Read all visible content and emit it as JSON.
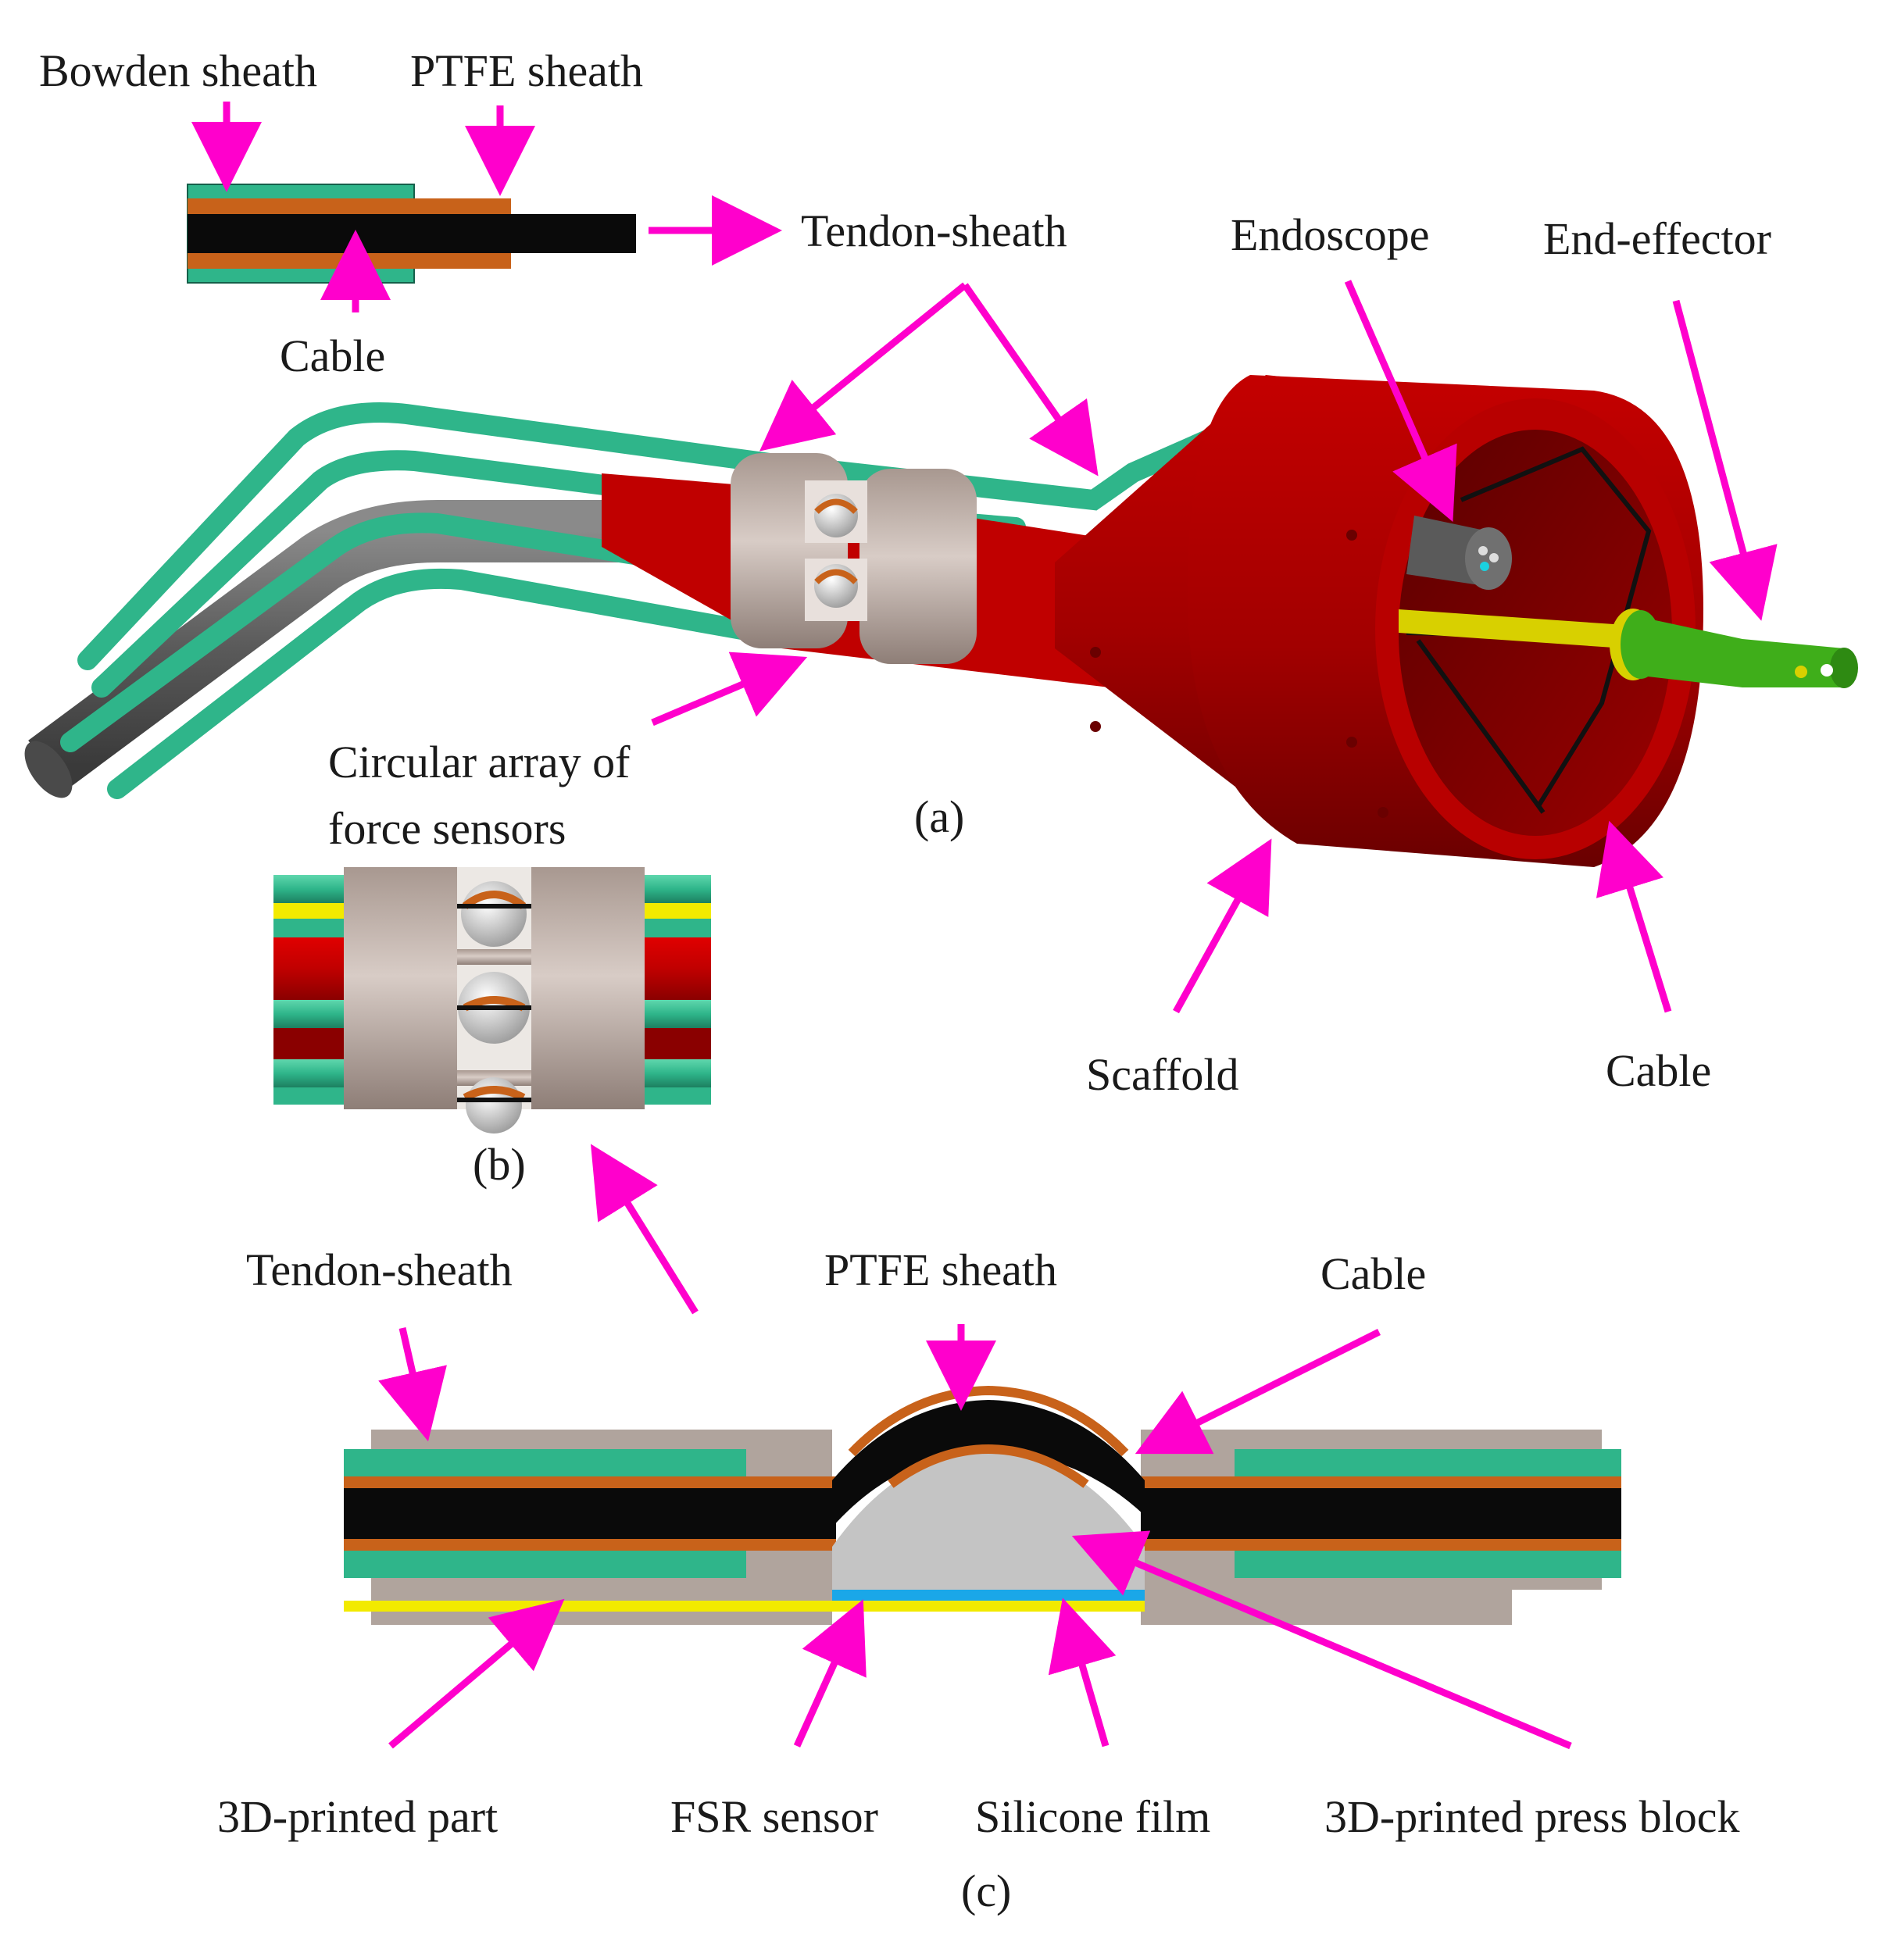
{
  "labels": {
    "bowden_sheath": "Bowden sheath",
    "ptfe_sheath_top": "PTFE sheath",
    "cable_top": "Cable",
    "tendon_sheath_top": "Tendon-sheath",
    "endoscope": "Endoscope",
    "end_effector": "End-effector",
    "circular_array_line1": "Circular array of",
    "circular_array_line2": "force sensors",
    "scaffold": "Scaffold",
    "cable_right": "Cable",
    "tendon_sheath_bottom": "Tendon-sheath",
    "ptfe_sheath_bottom": "PTFE sheath",
    "cable_bottom": "Cable",
    "printed_part": "3D-printed part",
    "fsr_sensor": "FSR sensor",
    "silicone_film": "Silicone film",
    "press_block": "3D-printed press block"
  },
  "panels": {
    "a": "(a)",
    "b": "(b)",
    "c": "(c)"
  },
  "colors": {
    "arrow": "#ff00cc",
    "sheath_green": "#2fb58a",
    "ptfe_orange": "#c8621a",
    "cable_black": "#0a0a0a",
    "scaffold_red": "#b00000",
    "ring_beige": "#b8a9a2",
    "fsr_blue": "#1aa7e8",
    "film_yellow": "#f2ea00",
    "end_effector_green": "#3fae1a",
    "press_gray": "#c4c4c4",
    "endoscope_gray": "#5a5a5a"
  }
}
